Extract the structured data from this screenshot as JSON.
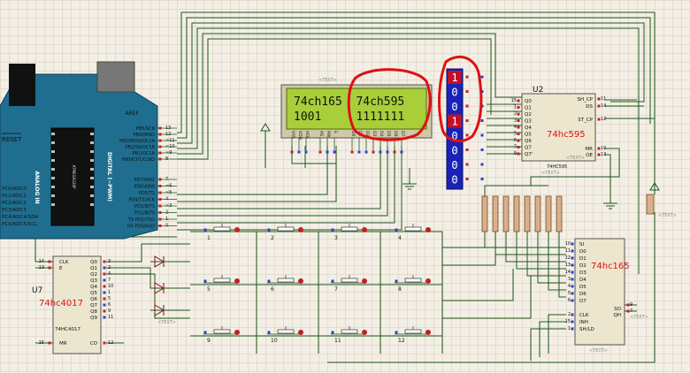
{
  "arduino": {
    "reset_label": "RESET",
    "aref_label": "AREF",
    "chip_label": "ATMEGA328P",
    "analog_label": "ANALOG IN",
    "digital_label": "DIGITAL (~PWM)",
    "analog_pins": [
      "PC0/ADC0",
      "PC1/ADC1",
      "PC2/ADC2",
      "PC3/ADC3",
      "PC4/ADC4/SDA",
      "PC5/ADC5/SCL"
    ],
    "digital_pins_top": [
      "PB5/SCK",
      "PB4/MISO",
      "PB3/MOSI/OC2A",
      "PB2/SS/OC1B",
      "PB1/OC1A",
      "PB0/ICP1/CLKO"
    ],
    "digital_pins_top_nums": [
      "13",
      "12",
      "~11",
      "~10",
      "~9",
      "8"
    ],
    "digital_pins_bottom": [
      "PD7/AIN1",
      "PD6/AIN0",
      "PD5/T1",
      "PD4/T0/XCK",
      "PD3/INT1",
      "PD2/INT0",
      "TX PD1/TXD",
      "RX PD0/RXD"
    ],
    "digital_pins_bottom_nums": [
      "7",
      "~6",
      "~5",
      "4",
      "~3",
      "2",
      "1",
      "0"
    ]
  },
  "lcd": {
    "tag": "<TEXT>",
    "line1": "74ch165  74ch595",
    "line2": "1001     1111111",
    "pins": [
      "VSS",
      "VDD",
      "VEE",
      "RS",
      "RW",
      "E",
      "D0",
      "D1",
      "D2",
      "D3",
      "D4",
      "D5",
      "D6",
      "D7"
    ]
  },
  "bargraph": {
    "values": [
      "1",
      "0",
      "0",
      "1",
      "0",
      "0",
      "0",
      "0"
    ],
    "colors": [
      "#c0102a",
      "#1a22b8",
      "#1a22b8",
      "#c0102a",
      "#1a22b8",
      "#1a22b8",
      "#1a22b8",
      "#1a22b8"
    ]
  },
  "u2": {
    "ref": "U2",
    "part": "74HC595",
    "annotation": "74hc595",
    "left_pins": [
      "Q0",
      "Q1",
      "Q2",
      "Q3",
      "Q4",
      "Q5",
      "Q6",
      "Q7",
      "Q7'"
    ],
    "left_nums": [
      "15",
      "1",
      "2",
      "3",
      "4",
      "5",
      "6",
      "7",
      "9"
    ],
    "right_pins": [
      "SH_CP",
      "DS",
      "ST_CP",
      "MR",
      "OE"
    ],
    "right_nums": [
      "11",
      "14",
      "12",
      "10",
      "13"
    ],
    "tag": "<TEXT>"
  },
  "u74hc165": {
    "annotation": "74hc165",
    "left_pins": [
      "SI",
      "D0",
      "D1",
      "D2",
      "D3",
      "D4",
      "D5",
      "D6",
      "D7",
      "CLK",
      "INH",
      "SH/LD"
    ],
    "left_nums": [
      "10",
      "11",
      "12",
      "13",
      "14",
      "3",
      "4",
      "5",
      "6",
      "2",
      "15",
      "1"
    ],
    "right_pins": [
      "SO",
      "QH"
    ],
    "right_nums": [
      "9",
      "7"
    ],
    "tag": "<TEXT>"
  },
  "u7": {
    "ref": "U7",
    "part": "74HC4017",
    "annotation": "74hc4017",
    "left_pins": [
      "CLK",
      "E",
      "MR"
    ],
    "left_nums": [
      "14",
      "13",
      "15"
    ],
    "right_pins": [
      "Q0",
      "Q1",
      "Q2",
      "Q3",
      "Q4",
      "Q5",
      "Q6",
      "Q7",
      "Q8",
      "Q9",
      "CO"
    ],
    "right_nums": [
      "3",
      "2",
      "4",
      "7",
      "10",
      "1",
      "5",
      "6",
      "9",
      "11",
      "12"
    ]
  },
  "buttons": [
    "1",
    "2",
    "3",
    "4",
    "5",
    "6",
    "7",
    "8",
    "9",
    "10",
    "11",
    "12"
  ],
  "text_tags": [
    "<TEXT>",
    "<TEXT>",
    "<TEXT>",
    "<TEXT>"
  ],
  "highlight_color": "#e01010"
}
